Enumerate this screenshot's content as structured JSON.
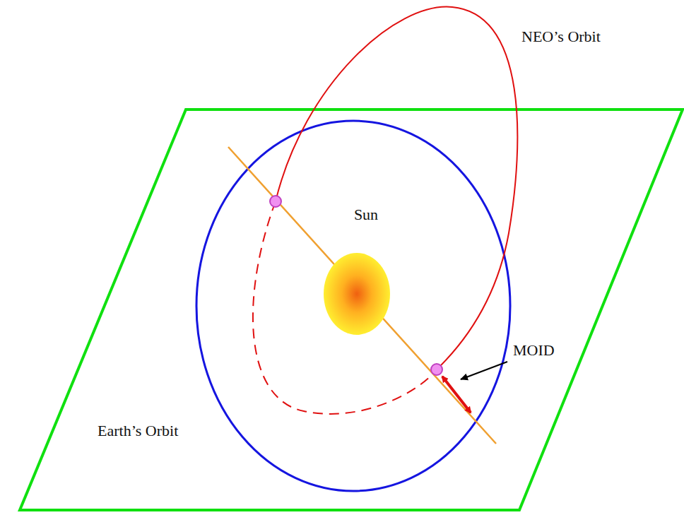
{
  "diagram": {
    "nodes": [
      {
        "text": [
          "Sun"
        ]
      }
    ],
    "labels": [
      "NEO’s Orbit",
      "MOID",
      "Earth’s Orbit"
    ]
  }
}
